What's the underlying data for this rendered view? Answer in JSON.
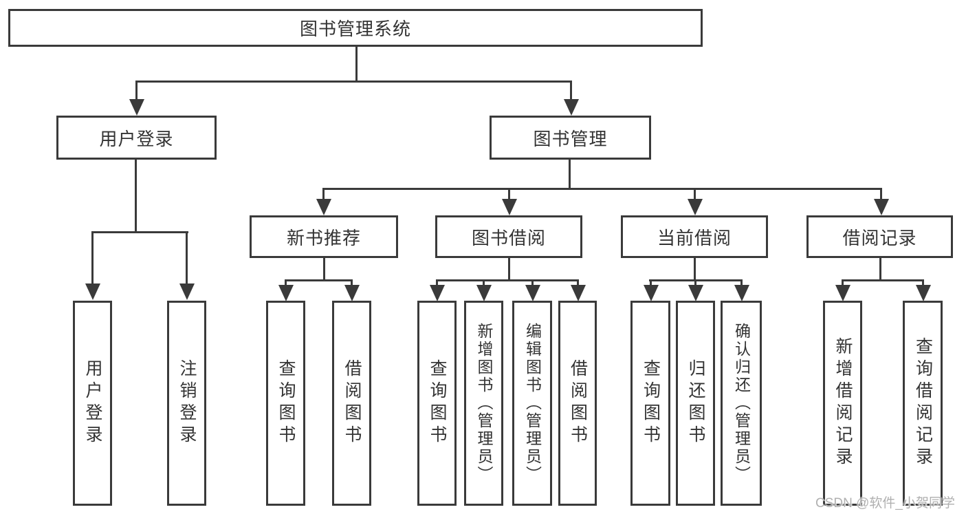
{
  "tree": {
    "label": "图书管理系统",
    "children": [
      {
        "label": "用户登录",
        "children": [
          {
            "label": "用户登录"
          },
          {
            "label": "注销登录"
          }
        ]
      },
      {
        "label": "图书管理",
        "children": [
          {
            "label": "新书推荐",
            "children": [
              {
                "label": "查询图书"
              },
              {
                "label": "借阅图书"
              }
            ]
          },
          {
            "label": "图书借阅",
            "children": [
              {
                "label": "查询图书"
              },
              {
                "label": "新增图书（管理员）"
              },
              {
                "label": "编辑图书（管理员）"
              },
              {
                "label": "借阅图书"
              }
            ]
          },
          {
            "label": "当前借阅",
            "children": [
              {
                "label": "查询图书"
              },
              {
                "label": "归还图书"
              },
              {
                "label": "确认归还（管理员）"
              }
            ]
          },
          {
            "label": "借阅记录",
            "children": [
              {
                "label": "新增借阅记录"
              },
              {
                "label": "查询借阅记录"
              }
            ]
          }
        ]
      }
    ]
  },
  "watermark": "CSDN @软件_小贺同学",
  "colors": {
    "line": "#3a3a3a",
    "text": "#333333",
    "bg": "#ffffff",
    "watermark": "#b0b0b0"
  }
}
